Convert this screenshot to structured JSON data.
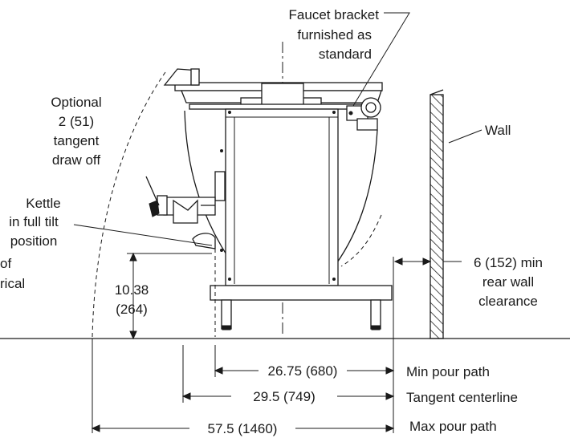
{
  "labels": {
    "faucet_bracket": [
      "Faucet bracket",
      "furnished as",
      "standard"
    ],
    "optional_drawoff": [
      "Optional",
      "2 (51)",
      "tangent",
      "draw off"
    ],
    "kettle_tilt": [
      "Kettle",
      "in full tilt",
      "position"
    ],
    "cut_left": [
      "of",
      "rical"
    ],
    "wall": "Wall",
    "clearance": [
      "6 (152) min",
      "rear wall",
      "clearance"
    ],
    "height": [
      "10.38",
      "(264)"
    ]
  },
  "dimensions": [
    {
      "value": "26.75 (680)",
      "name": "Min pour path"
    },
    {
      "value": "29.5 (749)",
      "name": "Tangent centerline"
    },
    {
      "value": "57.5 (1460)",
      "name": "Max pour path"
    }
  ]
}
